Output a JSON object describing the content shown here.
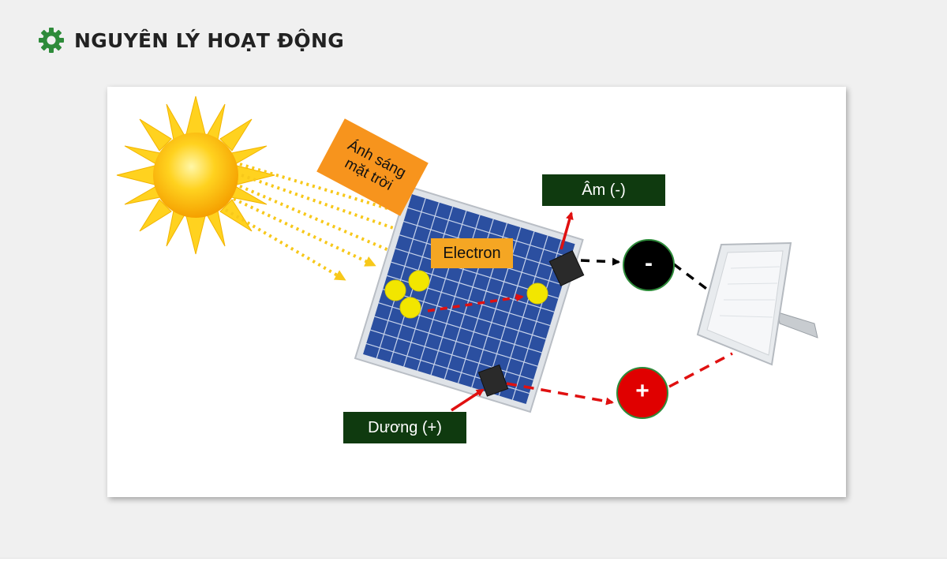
{
  "header": {
    "title": "NGUYÊN LÝ HOẠT ĐỘNG",
    "icon": "gear-icon",
    "accent": "#2e8b3a"
  },
  "diagram": {
    "sunlight_label": {
      "line1": "Ánh sáng",
      "line2": "mặt trời"
    },
    "electron_label": "Electron",
    "negative_label": "Âm (-)",
    "positive_label": "Dương (+)",
    "negative_sign": "-",
    "positive_sign": "+",
    "colors": {
      "label_bg": "#0f3a0f",
      "sunlight_bg": "#f7941d",
      "electron_bg": "#f5a623",
      "arrow_red": "#e01010",
      "negative_terminal": "#000000",
      "positive_terminal": "#e00000",
      "panel_cell": "#2b4fa0",
      "electron_particle": "#f2e600"
    }
  }
}
